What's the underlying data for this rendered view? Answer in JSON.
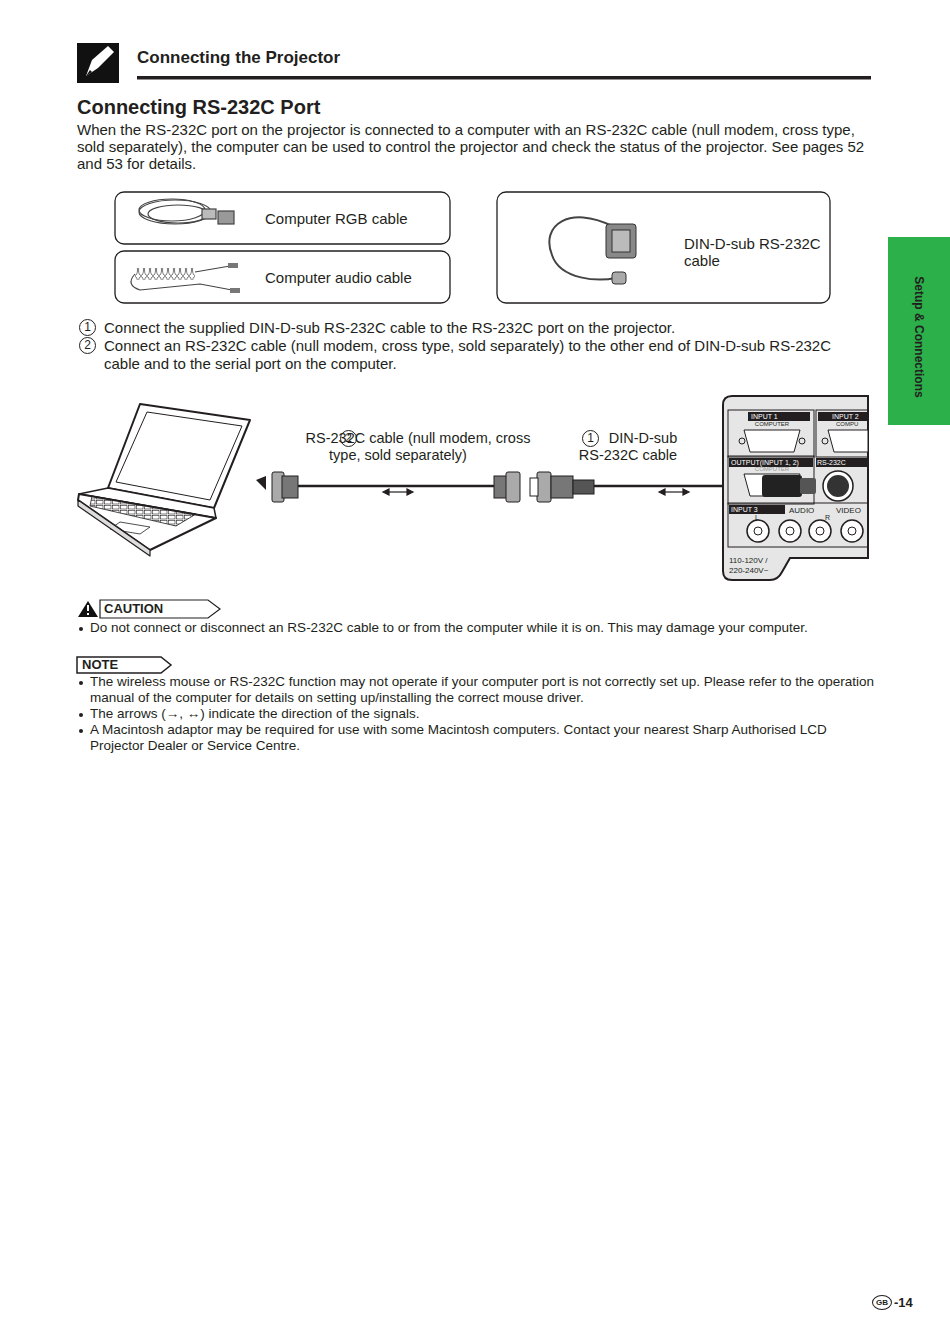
{
  "diagram": {
    "title": "Connecting RS-232C Port",
    "nodes": [
      {
        "text": [
          "Computer RGB cable"
        ]
      },
      {
        "text": [
          "Computer audio cable"
        ]
      },
      {
        "text": [
          "DIN-D-sub RS-232C cable"
        ]
      },
      {
        "text": [
          "Setup & Connections"
        ]
      },
      {
        "text": [
          "INPUT 1"
        ]
      },
      {
        "text": [
          "INPUT 2"
        ]
      },
      {
        "text": [
          "OUTPUT(INPUT 1, 2)"
        ]
      },
      {
        "text": [
          "RS-232C"
        ]
      },
      {
        "text": [
          "INPUT 3"
        ]
      },
      {
        "text": [
          "CAUTION"
        ]
      },
      {
        "text": [
          "NOTE"
        ]
      },
      {
        "text": [
          "GB"
        ]
      }
    ],
    "labels": [
      "Connecting the Projector",
      "When the RS-232C port on the projector is connected to a computer with an RS-232C cable (null modem, cross type, sold separately), the computer can be used to control the projector and check the status of the projector. See pages 52 and 53 for details.",
      "1",
      "Connect the supplied DIN-D-sub RS-232C cable to the RS-232C port on the projector.",
      "2",
      "Connect an RS-232C cable (null modem, cross type, sold separately) to the other end of DIN-D-sub RS-232C cable and to the serial port on the computer.",
      "2",
      "RS-232C cable (null modem, cross type, sold separately)",
      "1",
      "DIN-D-sub RS-232C cable",
      "COMPUTER",
      "COMPU",
      "COMPUTER",
      "AUDIO",
      "L",
      "R",
      "VIDEO",
      "110-120V / 220-240V~",
      "Do not connect or disconnect an RS-232C cable to or from the computer while it is on. This may damage your computer.",
      "The wireless mouse or RS-232C function may not operate if your computer port is not correctly set up. Please refer to the operation manual of the computer for details on setting up/installing the correct mouse driver.",
      "The arrows (→, ↔) indicate the direction of the signals.",
      "A Macintosh adaptor may be required for use with some Macintosh computers. Contact your nearest Sharp Authorised LCD Projector Dealer or Service Centre.",
      "-14"
    ]
  }
}
